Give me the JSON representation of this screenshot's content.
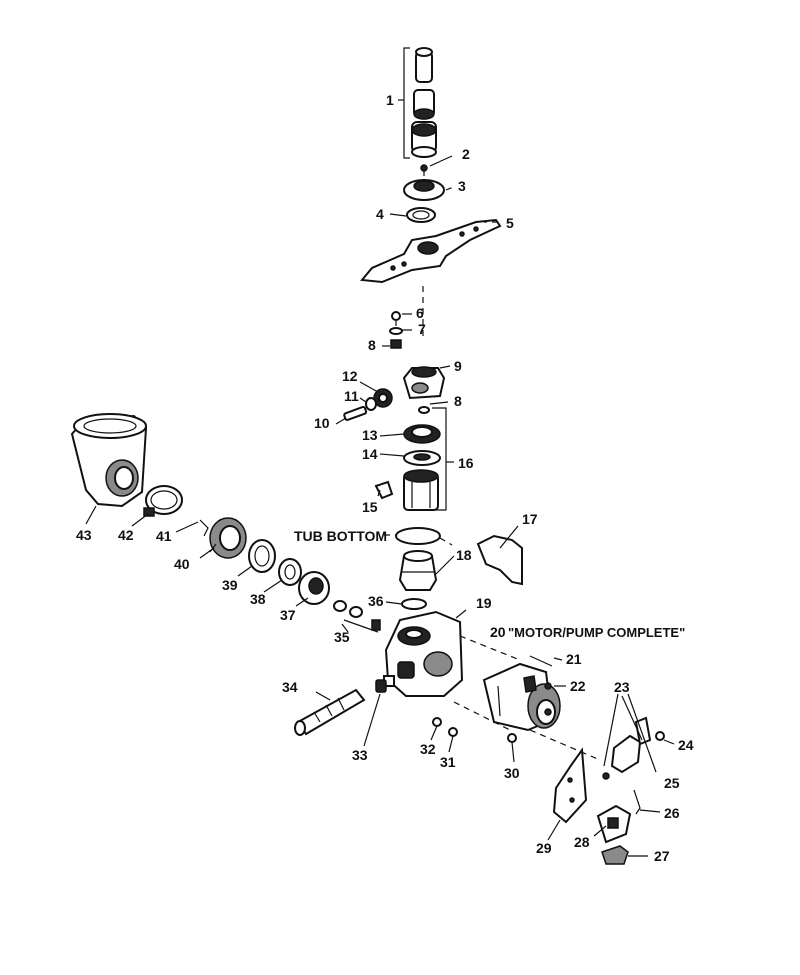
{
  "diagram": {
    "annotations": {
      "tub_bottom": "TUB BOTTOM",
      "motor_pump": "\"MOTOR/PUMP COMPLETE\""
    },
    "callouts": [
      "1",
      "2",
      "3",
      "4",
      "5",
      "6",
      "7",
      "8",
      "8",
      "9",
      "10",
      "11",
      "12",
      "13",
      "14",
      "15",
      "16",
      "17",
      "18",
      "19",
      "20",
      "21",
      "22",
      "23",
      "24",
      "25",
      "26",
      "27",
      "28",
      "29",
      "30",
      "31",
      "32",
      "33",
      "34",
      "35",
      "36",
      "37",
      "38",
      "39",
      "40",
      "41",
      "42",
      "43"
    ]
  }
}
